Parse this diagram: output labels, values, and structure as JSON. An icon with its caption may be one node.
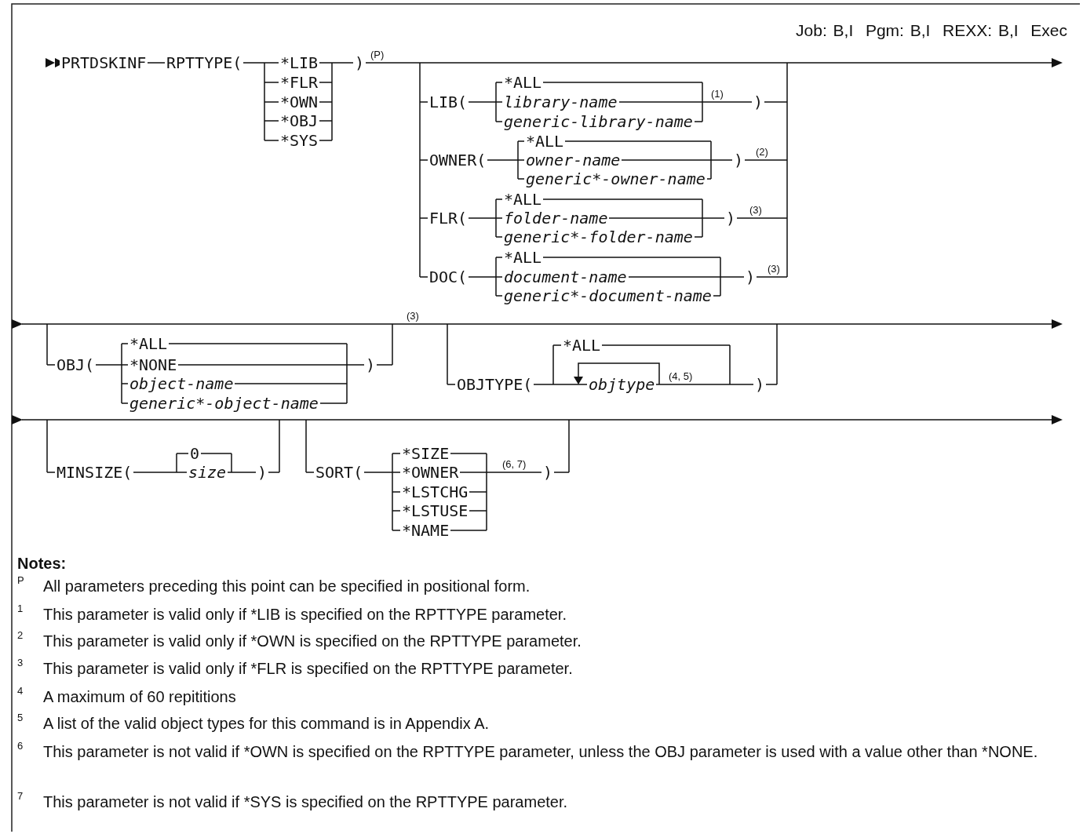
{
  "diagram": {
    "labels": [
      "Job: B,I  Pgm: B,I  REXX: B,I  Exec",
      "PRTDSKINF",
      "RPTTYPE(",
      "*LIB",
      "*FLR",
      "*OWN",
      "*OBJ",
      "*SYS",
      ")",
      "(P)",
      "LIB(",
      "*ALL",
      "library-name",
      "generic-library-name",
      "(1)",
      ")",
      "OWNER(",
      "*ALL",
      "owner-name",
      "generic*-owner-name",
      ")",
      "(2)",
      "FLR(",
      "*ALL",
      "folder-name",
      "generic*-folder-name",
      ")",
      "(3)",
      "DOC(",
      "*ALL",
      "document-name",
      "generic*-document-name",
      ")",
      "(3)",
      "(3)",
      "OBJ(",
      "*ALL",
      "*NONE",
      "object-name",
      "generic*-object-name",
      ")",
      "OBJTYPE(",
      "*ALL",
      "objtype",
      "(4, 5)",
      ")",
      "MINSIZE(",
      "0",
      "size",
      ")",
      "SORT(",
      "*SIZE",
      "*OWNER",
      "*LSTCHG",
      "*LSTUSE",
      "*NAME",
      "(6, 7)",
      ")",
      "Notes:",
      "P",
      "All parameters preceding this point can be specified in positional form.",
      "1",
      "This parameter is valid only if *LIB is specified on the RPTTYPE parameter.",
      "2",
      "This parameter is valid only if *OWN is specified on the RPTTYPE parameter.",
      "3",
      "This parameter is valid only if *FLR is specified on the RPTTYPE parameter.",
      "4",
      "A maximum of 60 repititions",
      "5",
      "A list of the valid object types for this command is in Appendix A.",
      "6",
      "This parameter is not valid if *OWN is specified on the RPTTYPE parameter, unless the OBJ parameter is used with a value other than *NONE.",
      "7",
      "This parameter is not valid if *SYS is specified on the RPTTYPE parameter."
    ]
  }
}
